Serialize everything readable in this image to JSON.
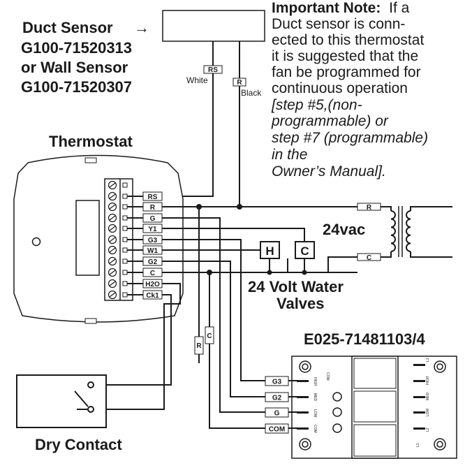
{
  "sensor": {
    "title": "Duct Sensor",
    "arrow": "→",
    "part1": "G100-71520313",
    "or_line": "or Wall Sensor",
    "part2": "G100-71520307",
    "wire_white_tag": "RS",
    "wire_white_color": "White",
    "wire_black_tag": "R",
    "wire_black_color": "Black"
  },
  "note": {
    "heading": "Important Note:",
    "lines": [
      "If a",
      "Duct sensor is conn-",
      "ected to this thermostat",
      "it is suggested that the",
      "fan be programmed for",
      "continuous operation"
    ],
    "italic_lines": [
      "[step #5,(non-",
      "programmable) or",
      "step #7 (programmable)",
      "in the",
      "Owner’s Manual]."
    ]
  },
  "thermostat": {
    "title": "Thermostat",
    "terminals": [
      "RS",
      "R",
      "G",
      "Y1",
      "G3",
      "W1",
      "G2",
      "C",
      "H2O",
      "Ck1"
    ]
  },
  "transformer": {
    "label": "24vac",
    "r_tag": "R",
    "c_tag": "C"
  },
  "valves": {
    "h_label": "H",
    "c_label": "C",
    "line1": "24 Volt Water",
    "line2": "Valves"
  },
  "relay": {
    "title": "E025-71481103/4",
    "terminals": [
      "G3",
      "G2",
      "G",
      "COM"
    ],
    "left_labels": [
      "COM",
      "HIGH",
      "MED",
      "LOW",
      "COM"
    ],
    "right_labels": [
      "L1",
      "HIGH",
      "MED",
      "LOW",
      "L2"
    ],
    "bottom_label": "L1"
  },
  "sensor_wires": {
    "r_tag": "R",
    "c_tag": "C"
  },
  "dry_contact": {
    "title": "Dry Contact"
  }
}
